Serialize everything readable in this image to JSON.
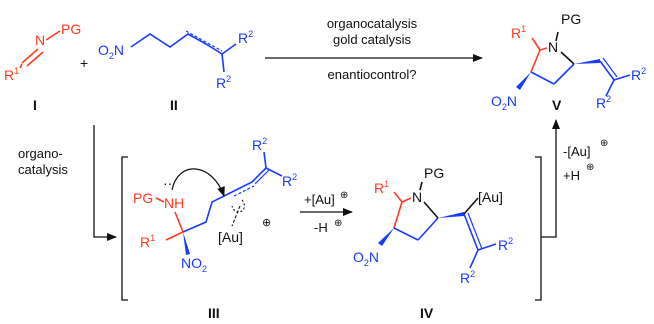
{
  "reaction_arrow": {
    "line1": "organocatalysis",
    "line2": "gold catalysis",
    "below": "enantiocontrol?"
  },
  "side_arrow": {
    "line1": "organo-",
    "line2": "catalysis"
  },
  "step_arrow": {
    "above": "+[Au]",
    "above_charge": "⊕",
    "below": "-H",
    "below_charge": "⊕"
  },
  "final_arrow": {
    "line1": "-[Au]",
    "line1_charge": "⊕",
    "line2": "+H",
    "line2_charge": "⊕"
  },
  "labels": {
    "I": "I",
    "II": "II",
    "III": "III",
    "IV": "IV",
    "V": "V",
    "plus": "+"
  },
  "atoms": {
    "PG": "PG",
    "N": "N",
    "NH": "NH",
    "R1": "R",
    "R1_sup": "1",
    "R2": "R",
    "R2_sup": "2",
    "O2N": "O",
    "O2N_sub": "2",
    "O2N_N": "N",
    "NO2": "NO",
    "NO2_sub": "2",
    "Au": "[Au]",
    "Au_charge": "⊕",
    "lone_pair": "··"
  },
  "colors": {
    "imine": "#ff3b1f",
    "nitro_allene": "#1a3cff",
    "frame": "#111111"
  }
}
